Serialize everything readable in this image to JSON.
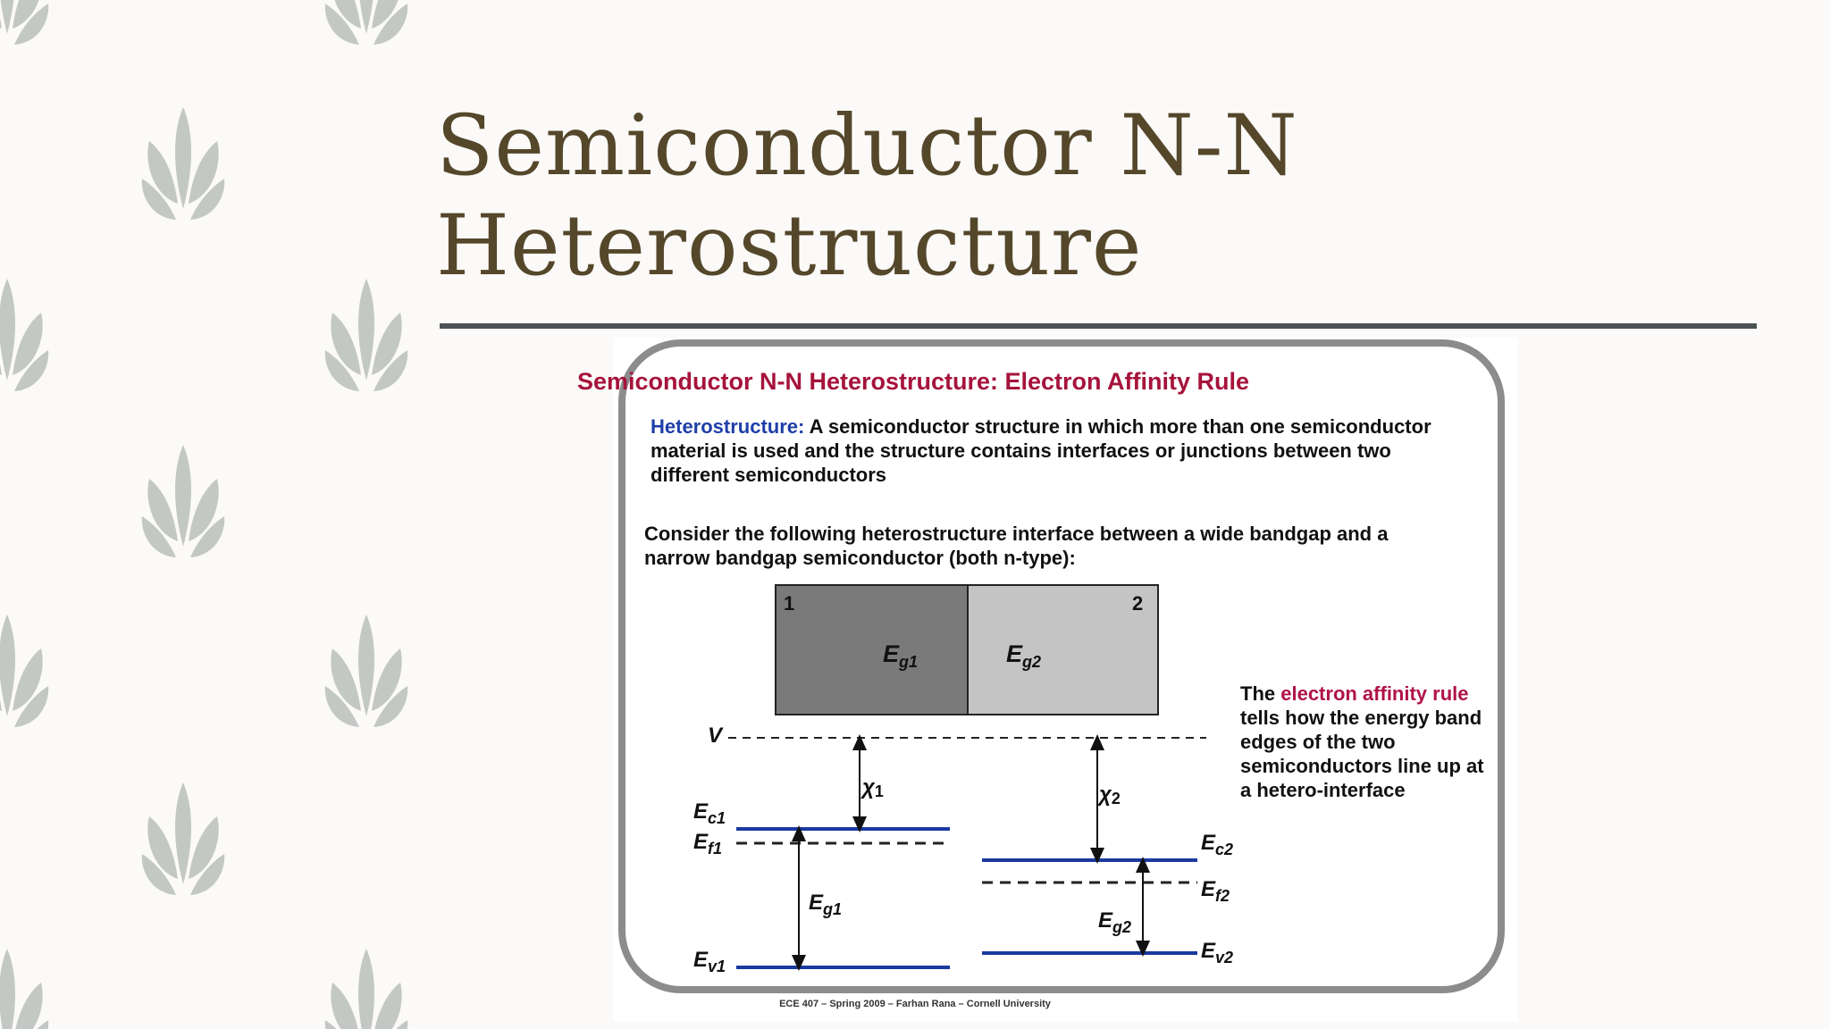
{
  "slide": {
    "title_line1": "Semiconductor N-N",
    "title_line2": "Heterostructure"
  },
  "image": {
    "heading": "Semiconductor N-N Heterostructure: Electron Affinity Rule",
    "definition_term": "Heterostructure:",
    "definition_line1": " A semiconductor structure in which more than one semiconductor",
    "definition_line2": "material is used and the structure contains interfaces or junctions between two",
    "definition_line3": "different semiconductors",
    "consider_line1": "Consider the following heterostructure interface between a wide bandgap and a",
    "consider_line2": "narrow bandgap semiconductor (both n-type):",
    "note_prefix": "The ",
    "note_highlight": "electron affinity rule",
    "note_line2": "tells how the energy band",
    "note_line3": "edges of the two",
    "note_line4": "semiconductors line up at",
    "note_line5": "a hetero-interface",
    "footer": "ECE 407 – Spring 2009 – Farhan Rana – Cornell University",
    "diagram": {
      "box1_number": "1",
      "box2_number": "2",
      "E": "E",
      "g1": "g1",
      "g2": "g2",
      "V": "V",
      "chi": "χ",
      "sub1": "1",
      "sub2": "2",
      "c1": "c1",
      "c2": "c2",
      "f1": "f1",
      "f2": "f2",
      "v1": "v1",
      "v2": "v2"
    }
  },
  "colors": {
    "title": "#55472a",
    "heading": "#a6133b",
    "term": "#1f3fa8",
    "band_line": "#1a3a9e",
    "box1": "#7a7a7a",
    "box2": "#c4c4c4",
    "leaf": "#c3c8c5"
  },
  "icons": [
    "leaf-pattern-icon"
  ]
}
